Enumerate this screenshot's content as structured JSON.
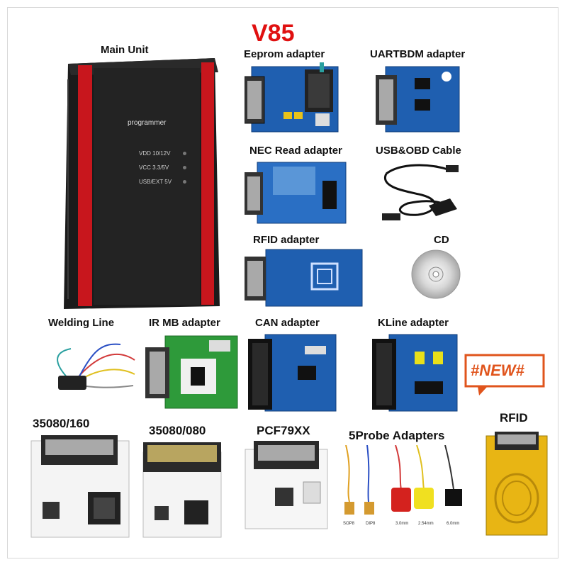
{
  "title": "V85",
  "labels": {
    "main_unit": "Main Unit",
    "eeprom": "Eeprom adapter",
    "uartbdm": "UARTBDM adapter",
    "nec": "NEC Read adapter",
    "usbobd": "USB&OBD Cable",
    "rfid_adapter": "RFID adapter",
    "cd": "CD",
    "welding": "Welding Line",
    "irmb": "IR MB adapter",
    "can": "CAN adapter",
    "kline": "KLine adapter",
    "p35080_160": "35080/160",
    "p35080_080": "35080/080",
    "pcf": "PCF79XX",
    "probe": "5Probe Adapters",
    "rfid": "RFID"
  },
  "main_unit": {
    "name": "programmer",
    "leds": [
      "VDD 10/12V",
      "VCC 3.3/5V",
      "USB/EXT 5V"
    ]
  },
  "badge": "#NEW#",
  "probe_tags": [
    "SOP8",
    "DIP8",
    "3.0mm",
    "2.54mm",
    "6.0mm"
  ],
  "colors": {
    "title": "#e01010",
    "board_blue": "#1f5fb0",
    "unit_red": "#c8161d",
    "board_green": "#2e9a3a",
    "gold": "#e8b514"
  }
}
